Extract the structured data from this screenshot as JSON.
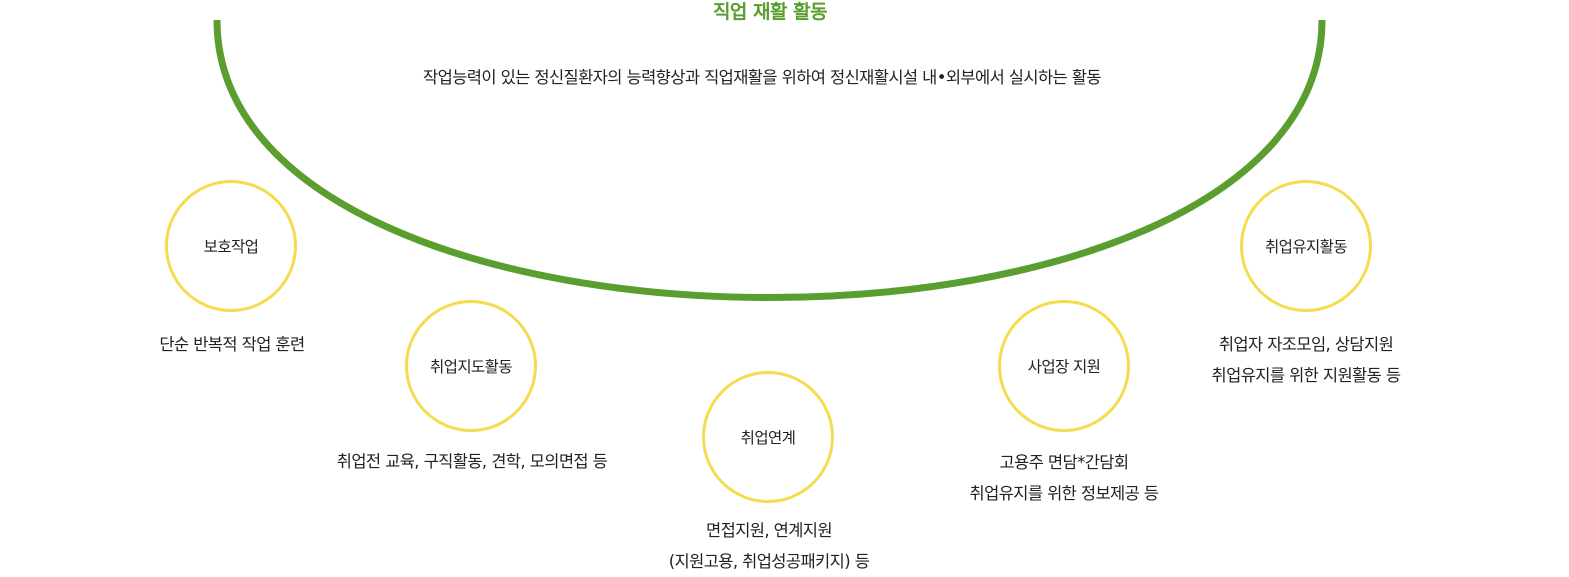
{
  "title": "직업 재활 활동",
  "description": "작업능력이 있는 정신질환자의 능력향상과 직업재활을 위하여 정신재활시설 내•외부에서 실시하는 활동",
  "colors": {
    "arc": "#5a9e2f",
    "title": "#5a9e2f",
    "circle_border": "#f5dc4f",
    "text": "#222222"
  },
  "activities": [
    {
      "label": "보호작업",
      "description": [
        "단순 반복적 작업 훈련"
      ]
    },
    {
      "label": "취업지도활동",
      "description": [
        "취업전 교육, 구직활동, 견학, 모의면접 등"
      ]
    },
    {
      "label": "취업연계",
      "description": [
        "면접지원, 연계지원",
        "(지원고용, 취업성공패키지) 등"
      ]
    },
    {
      "label": "사업장 지원",
      "description": [
        "고용주 면담*간담회",
        "취업유지를 위한 정보제공 등"
      ]
    },
    {
      "label": "취업유지활동",
      "description": [
        "취업자 자조모임, 상담지원",
        "취업유지를 위한 지원활동 등"
      ]
    }
  ]
}
